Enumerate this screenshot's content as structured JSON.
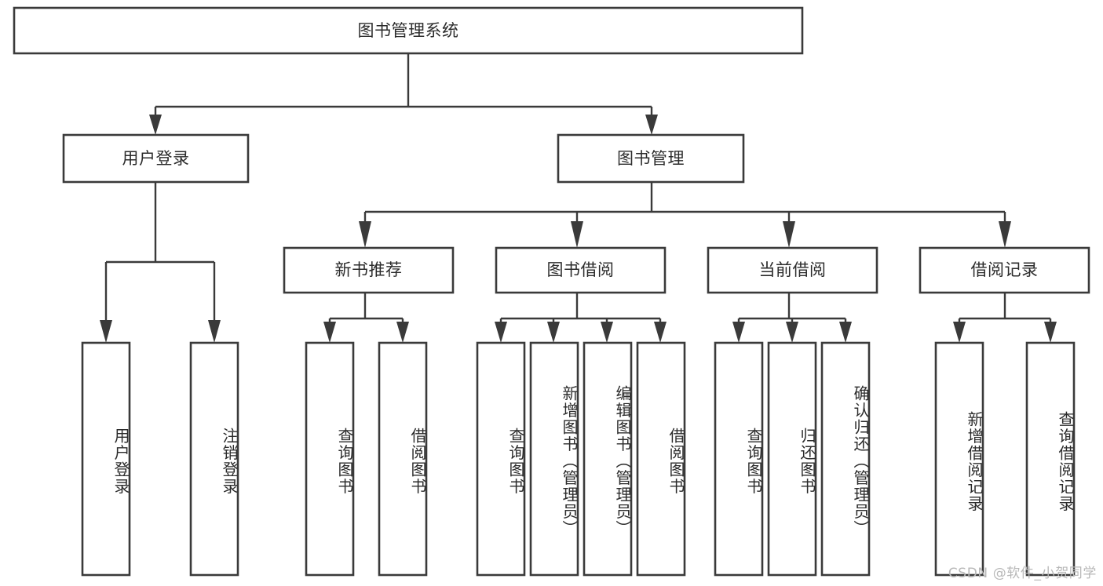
{
  "diagram": {
    "type": "tree-hierarchy-flowchart",
    "title": "图书管理系统",
    "orientation": "top-down",
    "levels": 4,
    "root": {
      "id": "root",
      "label": "图书管理系统",
      "text_orientation": "horizontal"
    },
    "level2": [
      {
        "id": "user-login",
        "label": "用户登录",
        "text_orientation": "horizontal"
      },
      {
        "id": "book-management",
        "label": "图书管理",
        "text_orientation": "horizontal"
      }
    ],
    "level3": [
      {
        "id": "new-book-recommend",
        "label": "新书推荐",
        "parent": "book-management",
        "text_orientation": "horizontal"
      },
      {
        "id": "book-borrow",
        "label": "图书借阅",
        "parent": "book-management",
        "text_orientation": "horizontal"
      },
      {
        "id": "current-borrow",
        "label": "当前借阅",
        "parent": "book-management",
        "text_orientation": "horizontal"
      },
      {
        "id": "borrow-record",
        "label": "借阅记录",
        "parent": "book-management",
        "text_orientation": "horizontal"
      }
    ],
    "leaves": [
      {
        "id": "leaf-user-login",
        "label": "用户登录",
        "parent": "user-login",
        "text_orientation": "vertical"
      },
      {
        "id": "leaf-logout-login",
        "label": "注销登录",
        "parent": "user-login",
        "text_orientation": "vertical"
      },
      {
        "id": "leaf-query-book-1",
        "label": "查询图书",
        "parent": "new-book-recommend",
        "text_orientation": "vertical"
      },
      {
        "id": "leaf-borrow-book-1",
        "label": "借阅图书",
        "parent": "new-book-recommend",
        "text_orientation": "vertical"
      },
      {
        "id": "leaf-query-book-2",
        "label": "查询图书",
        "parent": "book-borrow",
        "text_orientation": "vertical"
      },
      {
        "id": "leaf-add-book-admin",
        "label": "新增图书（管理员）",
        "parent": "book-borrow",
        "text_orientation": "vertical"
      },
      {
        "id": "leaf-edit-book-admin",
        "label": "编辑图书（管理员）",
        "parent": "book-borrow",
        "text_orientation": "vertical"
      },
      {
        "id": "leaf-borrow-book-2",
        "label": "借阅图书",
        "parent": "book-borrow",
        "text_orientation": "vertical"
      },
      {
        "id": "leaf-query-book-3",
        "label": "查询图书",
        "parent": "current-borrow",
        "text_orientation": "vertical"
      },
      {
        "id": "leaf-return-book",
        "label": "归还图书",
        "parent": "current-borrow",
        "text_orientation": "vertical"
      },
      {
        "id": "leaf-confirm-return-admin",
        "label": "确认归还（管理员）",
        "parent": "current-borrow",
        "text_orientation": "vertical"
      },
      {
        "id": "leaf-add-borrow-record",
        "label": "新增借阅记录",
        "parent": "borrow-record",
        "text_orientation": "vertical"
      },
      {
        "id": "leaf-query-borrow-record",
        "label": "查询借阅记录",
        "parent": "borrow-record",
        "text_orientation": "vertical"
      }
    ]
  },
  "watermark": {
    "text": "CSDN @软件_小贺同学"
  },
  "colors": {
    "box_stroke": "#3a3a3a",
    "box_fill": "#ffffff",
    "text": "#2b2b2b",
    "connector": "#3a3a3a",
    "watermark": "#b8b8b8",
    "background": "#ffffff"
  }
}
